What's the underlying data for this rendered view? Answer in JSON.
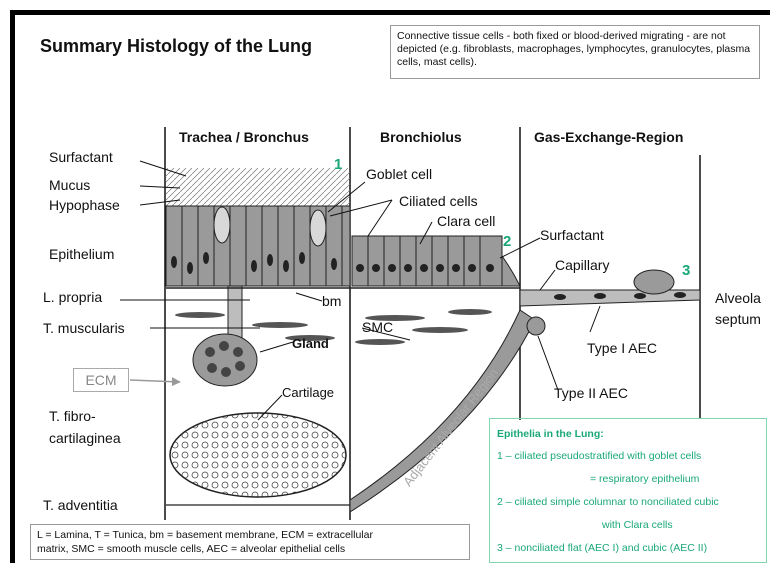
{
  "title": "Summary Histology of the Lung",
  "note": "Connective tissue cells - both fixed or blood-derived migrating - are not depicted (e.g. fibroblasts, macrophages, lymphocytes, granulocytes, plasma cells, mast cells).",
  "columns": {
    "trachea": "Trachea / Bronchus",
    "bronchiolus": "Bronchiolus",
    "gas": "Gas-Exchange-Region"
  },
  "layers": {
    "surfactant": "Surfactant",
    "mucus": "Mucus",
    "hypophase": "Hypophase",
    "epithelium": "Epithelium",
    "lpropria": "L. propria",
    "tmuscularis": "T. muscularis",
    "ecm": "ECM",
    "tfibro1": "T. fibro-",
    "tfibro2": "cartilaginea",
    "tadventitia": "T. adventitia"
  },
  "annotations": {
    "goblet": "Goblet cell",
    "ciliated": "Ciliated cells",
    "clara": "Clara cell",
    "surfactant2": "Surfactant",
    "capillary": "Capillary",
    "alveola": "Alveola",
    "septum": "septum",
    "bm": "bm",
    "smc": "SMC",
    "gland": "Gland",
    "cartilage": "Cartilage",
    "type1": "Type I AEC",
    "type2": "Type II AEC",
    "adjacent": "Adjacent Alveolar Region"
  },
  "numbers": {
    "n1": "1",
    "n2": "2",
    "n3": "3"
  },
  "epithelia": {
    "heading": "Epithelia in the Lung:",
    "line1": "1 – ciliated pseudostratified with goblet cells",
    "line1b": "= respiratory epithelium",
    "line2": "2 – ciliated simple columnar to nonciliated cubic",
    "line2b": "with Clara cells",
    "line3": "3 – nonciliated flat (AEC I) and cubic (AEC II)"
  },
  "legend": {
    "line1": "L = Lamina, T = Tunica,  bm = basement membrane,  ECM = extracellular",
    "line2": "matrix, SMC = smooth muscle cells, AEC = alveolar epithelial cells"
  },
  "colors": {
    "accent": "#1aa878",
    "ecm_gray": "#888888"
  }
}
